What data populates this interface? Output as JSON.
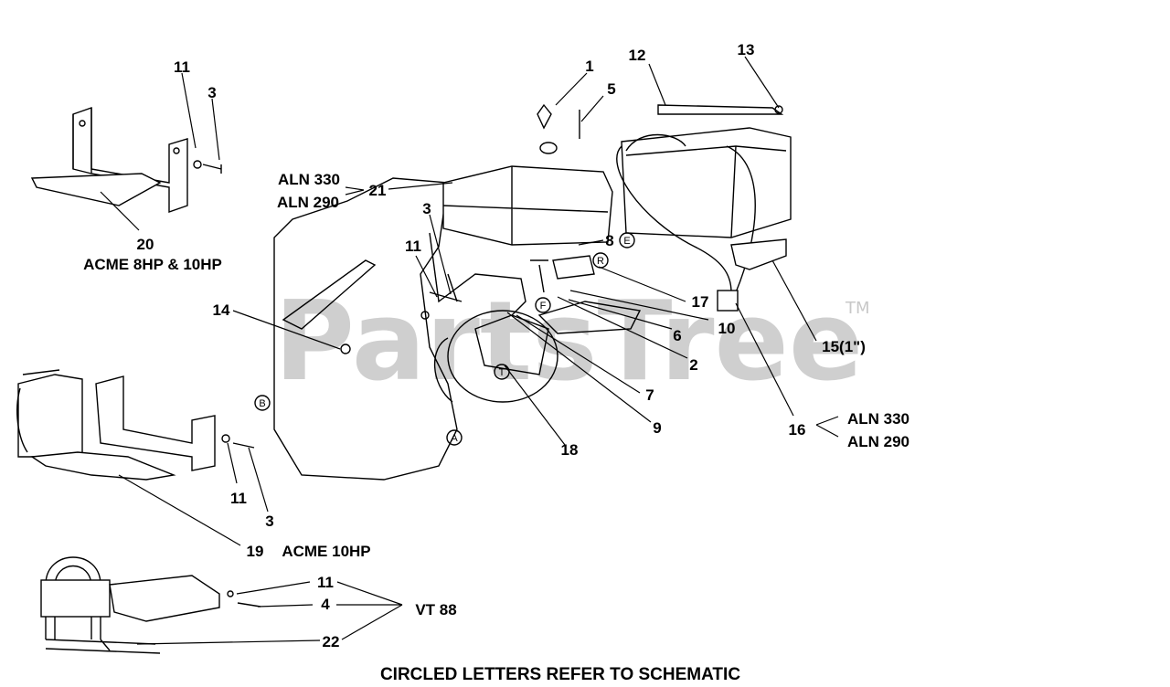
{
  "watermark": "PartsTree",
  "trademark": "TM",
  "caption": "CIRCLED LETTERS REFER TO SCHEMATIC",
  "callouts": {
    "n1": "1",
    "n2": "2",
    "n3a": "3",
    "n3b": "3",
    "n3c": "3",
    "n4": "4",
    "n5": "5",
    "n6": "6",
    "n7": "7",
    "n8": "8",
    "n9": "9",
    "n10": "10",
    "n11a": "11",
    "n11b": "11",
    "n11c": "11",
    "n11d": "11",
    "n12": "12",
    "n13": "13",
    "n14": "14",
    "n15": "15(1\")",
    "n16": "16",
    "n17": "17",
    "n18": "18",
    "n19": "19",
    "n20": "20",
    "n21": "21",
    "n22": "22"
  },
  "model_notes": {
    "aln330_top": "ALN 330",
    "aln290_top": "ALN 290",
    "acme_8_10": "ACME 8HP & 10HP",
    "acme_10": "ACME 10HP",
    "aln330_bottom": "ALN 330",
    "aln290_bottom": "ALN 290",
    "vt88": "VT 88"
  },
  "schematic_letters": {
    "A": "A",
    "B": "B",
    "E": "E",
    "F": "F",
    "R": "R",
    "T": "T"
  }
}
